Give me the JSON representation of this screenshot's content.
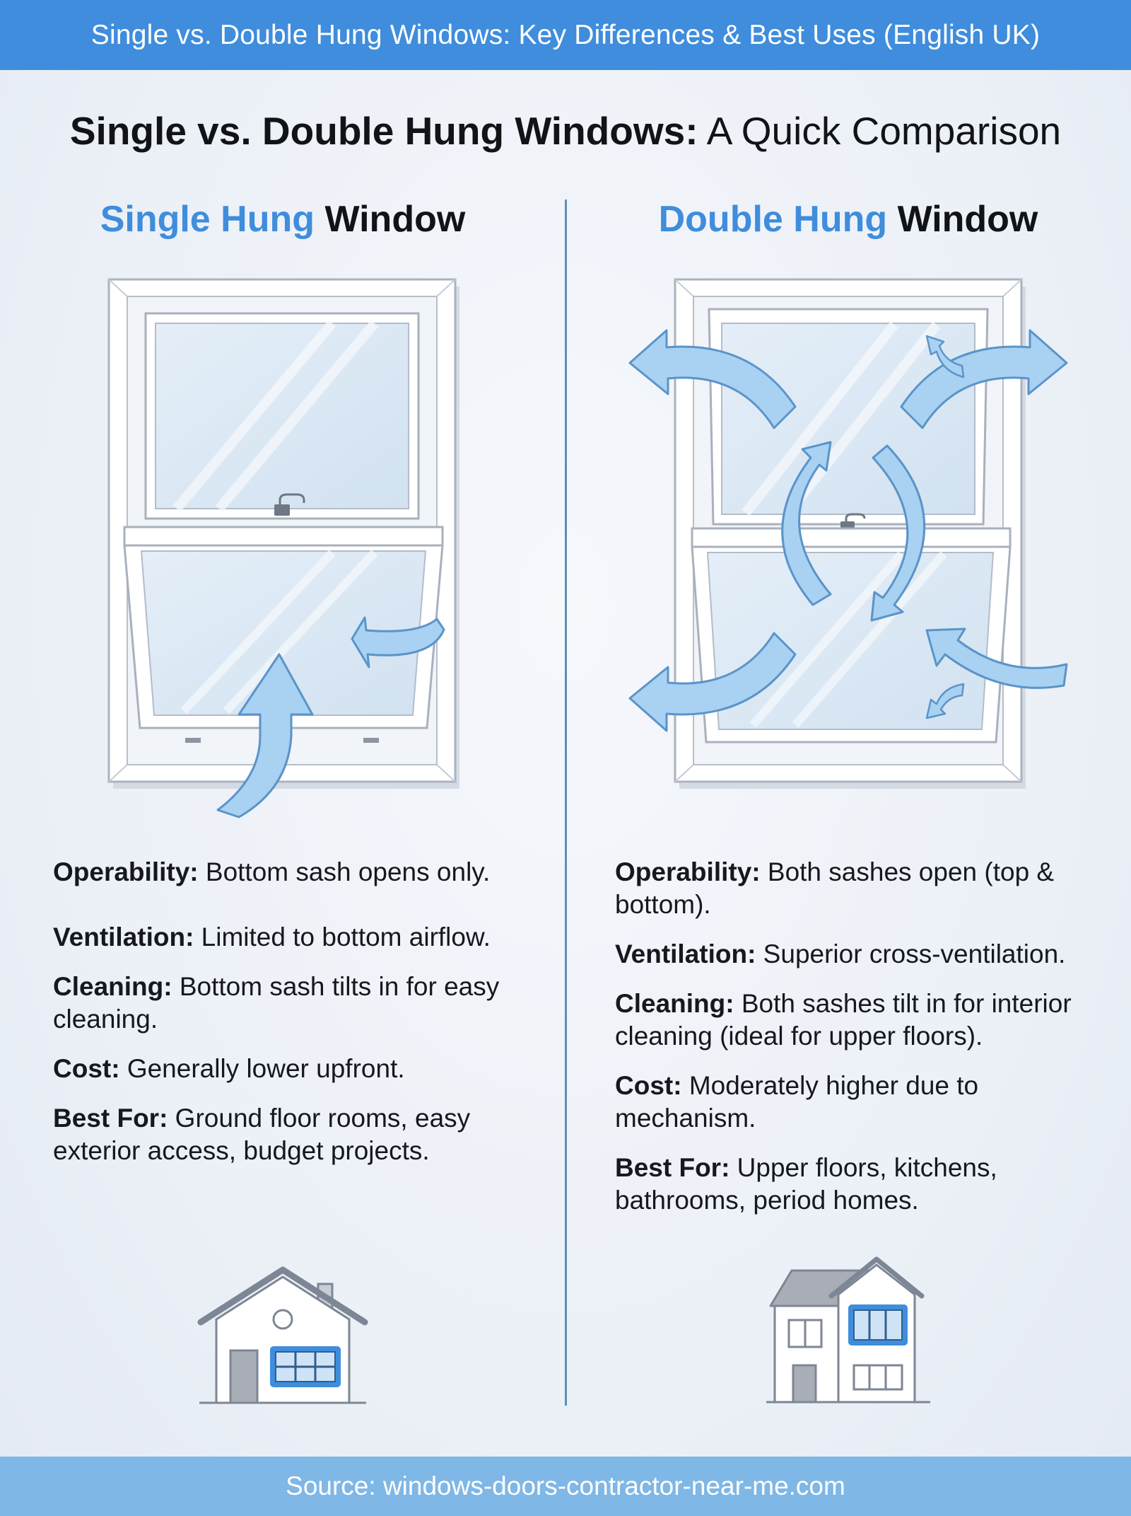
{
  "banner": {
    "text": "Single vs. Double Hung Windows: Key Differences & Best Uses (English UK)"
  },
  "title": {
    "bold": "Single vs. Double Hung Windows:",
    "regular": " A Quick Comparison"
  },
  "left": {
    "heading_accent": "Single Hung",
    "heading_rest": " Window",
    "features": [
      {
        "label": "Operability:",
        "text": " Bottom sash opens only."
      },
      {
        "label": "Ventilation:",
        "text": " Limited to bottom airflow."
      },
      {
        "label": "Cleaning:",
        "text": " Bottom sash tilts in for easy cleaning."
      },
      {
        "label": "Cost:",
        "text": " Generally lower upfront."
      },
      {
        "label": "Best For:",
        "text": " Ground floor rooms, easy exterior access, budget projects."
      }
    ]
  },
  "right": {
    "heading_accent": "Double Hung",
    "heading_rest": " Window",
    "features": [
      {
        "label": "Operability:",
        "text": " Both sashes open (top & bottom)."
      },
      {
        "label": "Ventilation:",
        "text": " Superior cross-ventilation."
      },
      {
        "label": "Cleaning:",
        "text": " Both sashes tilt in for interior cleaning (ideal for upper floors)."
      },
      {
        "label": "Cost:",
        "text": " Moderately higher due to mechanism."
      },
      {
        "label": "Best For:",
        "text": " Upper floors, kitchens, bathrooms, period homes."
      }
    ]
  },
  "source": {
    "text": "Source: windows-doors-contractor-near-me.com"
  },
  "colors": {
    "banner": "#3f8ddc",
    "accent": "#3f8ddc",
    "footer": "#7fb7e6",
    "divider": "#5b90b8",
    "arrow_fill": "#a9d1f2",
    "arrow_stroke": "#5a94c9",
    "glass": "#dce9f5",
    "frame": "#ffffff",
    "house_window": "#3f8ddc"
  },
  "icons": {
    "left_window": "single-hung-window-icon",
    "right_window": "double-hung-window-icon",
    "left_house": "bungalow-house-icon",
    "right_house": "two-storey-house-icon",
    "airflow": "airflow-arrow-icon"
  }
}
